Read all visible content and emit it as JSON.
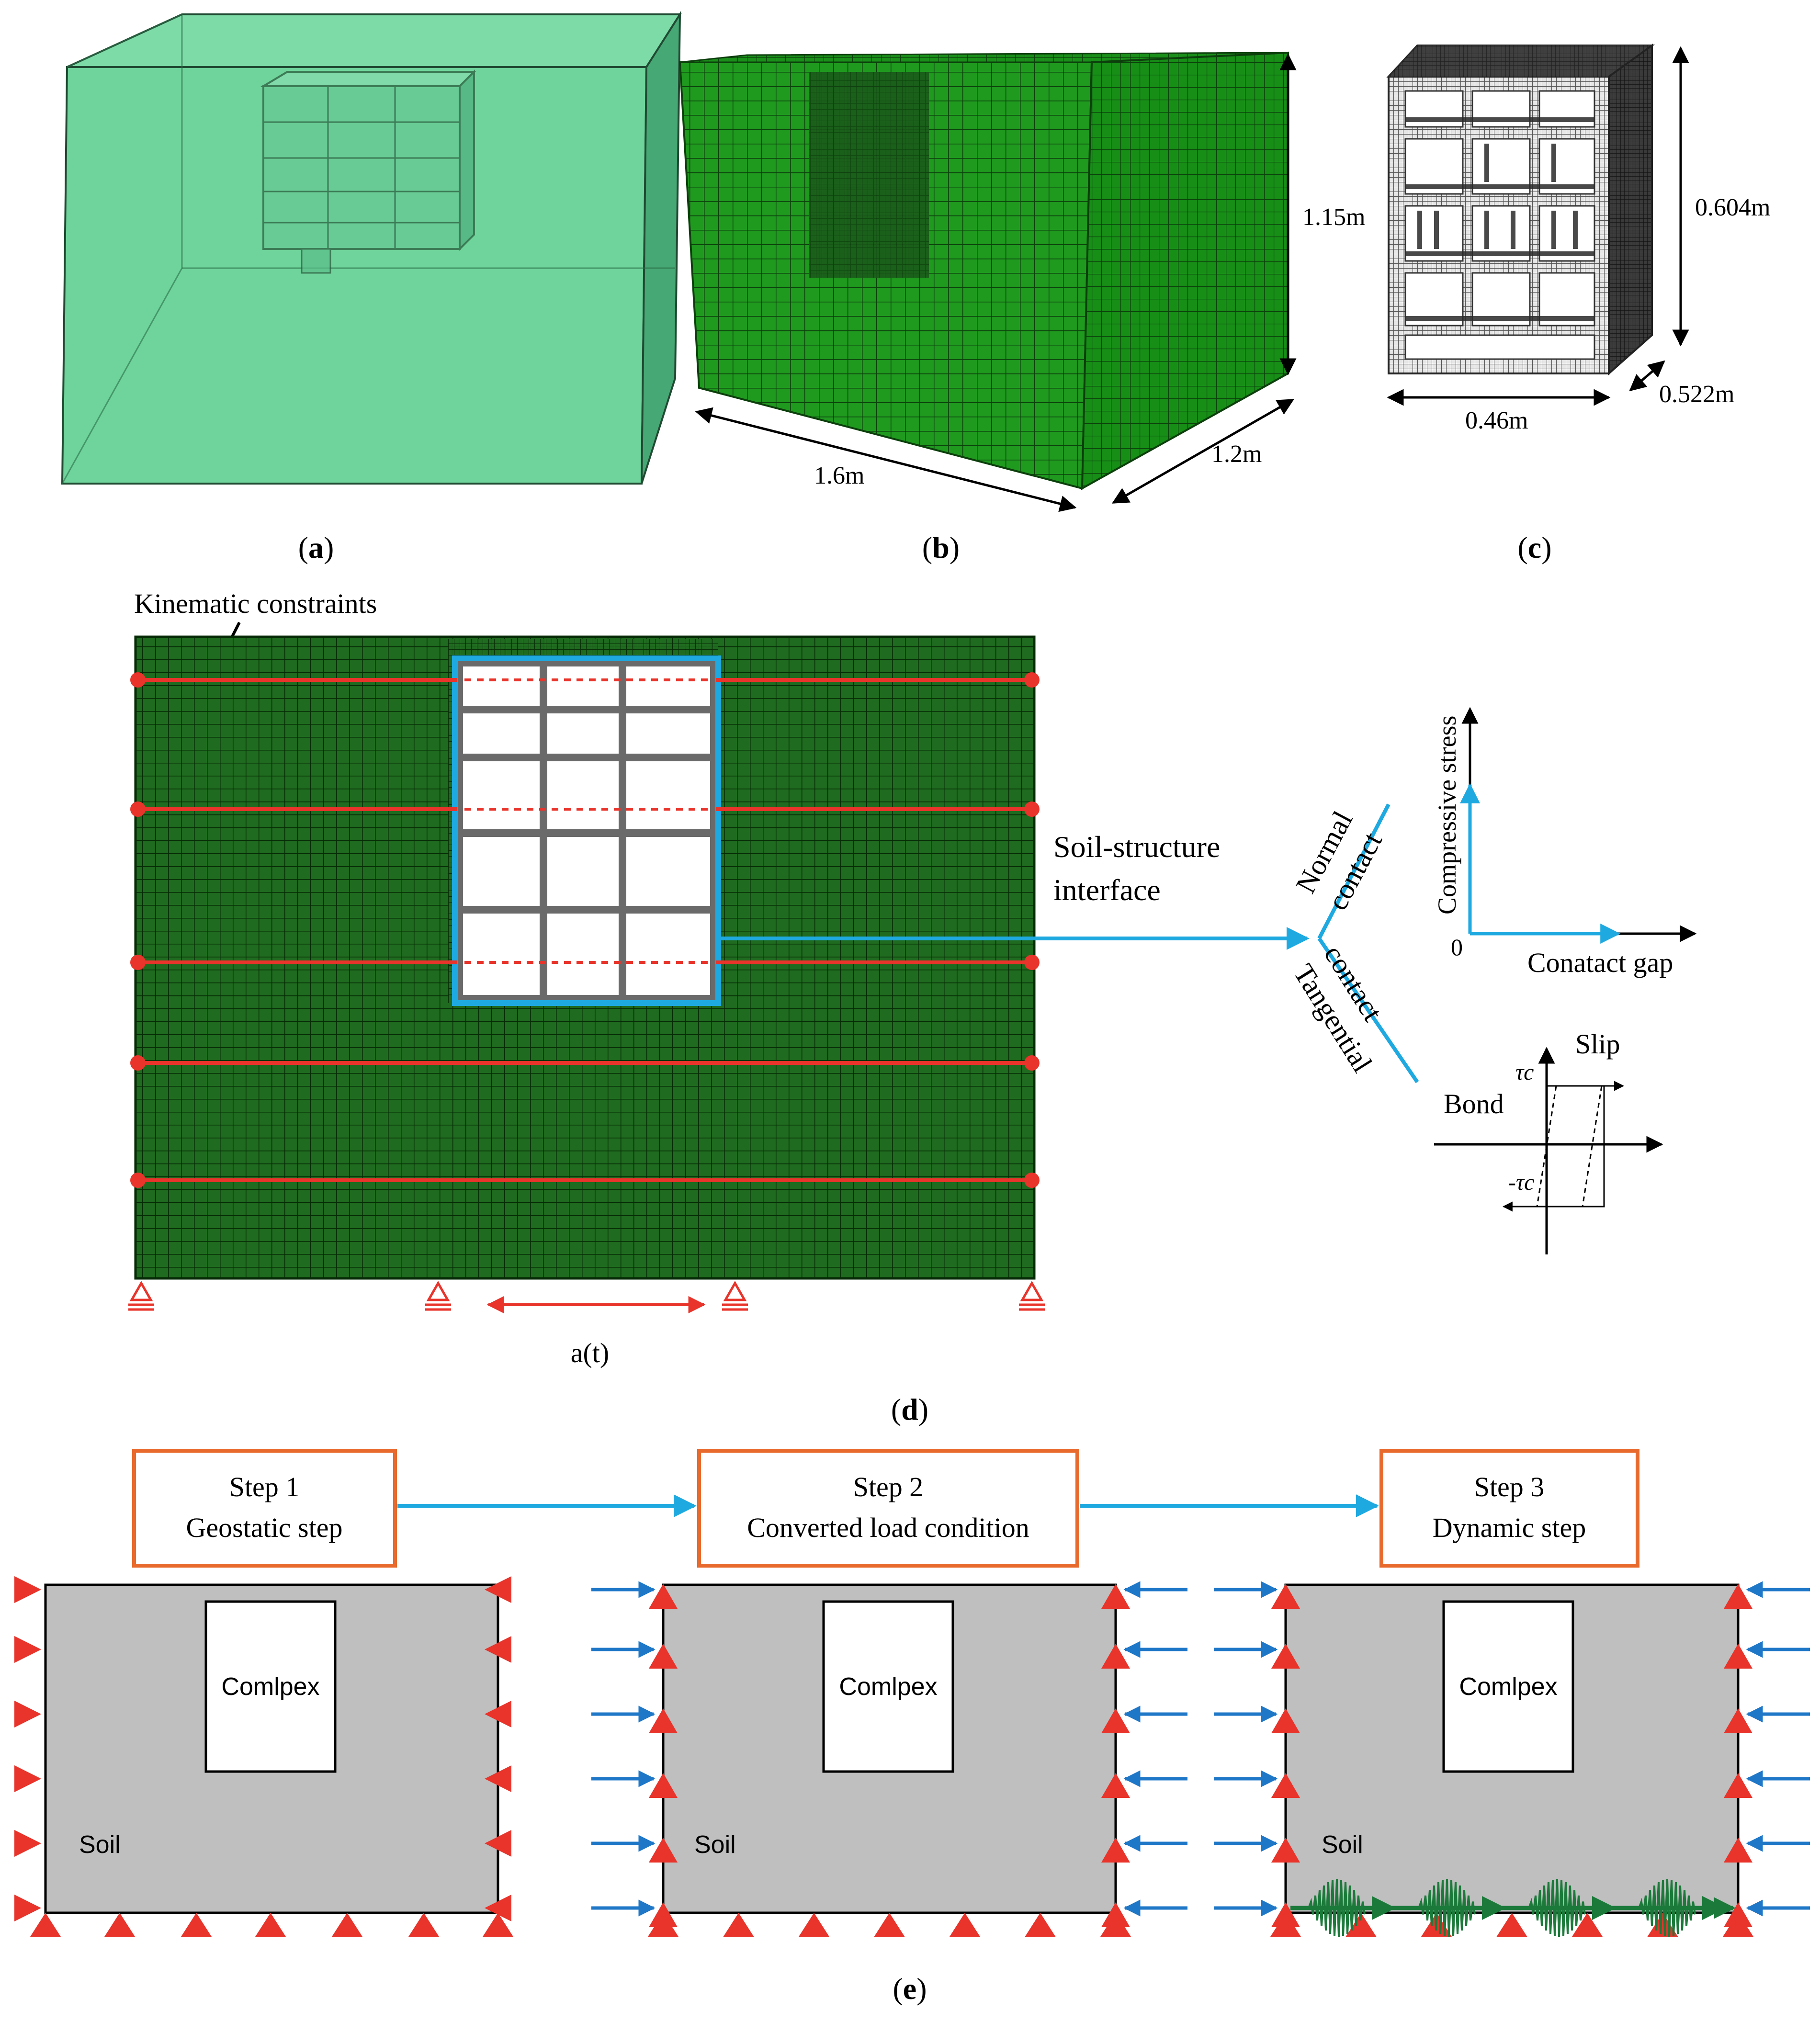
{
  "panel_a": {
    "caption": "a"
  },
  "panel_b": {
    "caption": "b",
    "dim_width": "1.6m",
    "dim_depth": "1.2m",
    "dim_height": "1.15m"
  },
  "panel_c": {
    "caption": "c",
    "dim_height": "0.604m",
    "dim_width": "0.46m",
    "dim_depth": "0.522m"
  },
  "panel_d": {
    "caption": "d",
    "kinematic_label": "Kinematic constraints",
    "interface_label_1": "Soil-structure",
    "interface_label_2": "interface",
    "normal_label_1": "Normal",
    "normal_label_2": "contact",
    "tangential_label_1": "Tangential",
    "tangential_label_2": "contact",
    "y_axis_label": "Compressive stress",
    "x_axis_label": "Conatact gap",
    "origin_label": "0",
    "slip_label": "Slip",
    "bond_label": "Bond",
    "tau_pos": "τc",
    "tau_neg": "-τc",
    "excitation_label": "a(t)"
  },
  "panel_e": {
    "caption": "e",
    "steps": [
      {
        "line1": "Step 1",
        "line2": "Geostatic step"
      },
      {
        "line1": "Step 2",
        "line2": "Converted load condition"
      },
      {
        "line1": "Step 3",
        "line2": "Dynamic step"
      }
    ],
    "complex_label": "Comlpex",
    "soil_label": "Soil"
  },
  "colors": {
    "soil_green": "#5cc48a",
    "mesh_green": "#1e7a1e",
    "constraint_red": "#e8342b",
    "interface_blue": "#1fa9e1",
    "step_border": "#e86a2c",
    "soil_gray": "#bfbfbf",
    "force_blue": "#1f77c8",
    "wave_green": "#1b7a3a"
  }
}
